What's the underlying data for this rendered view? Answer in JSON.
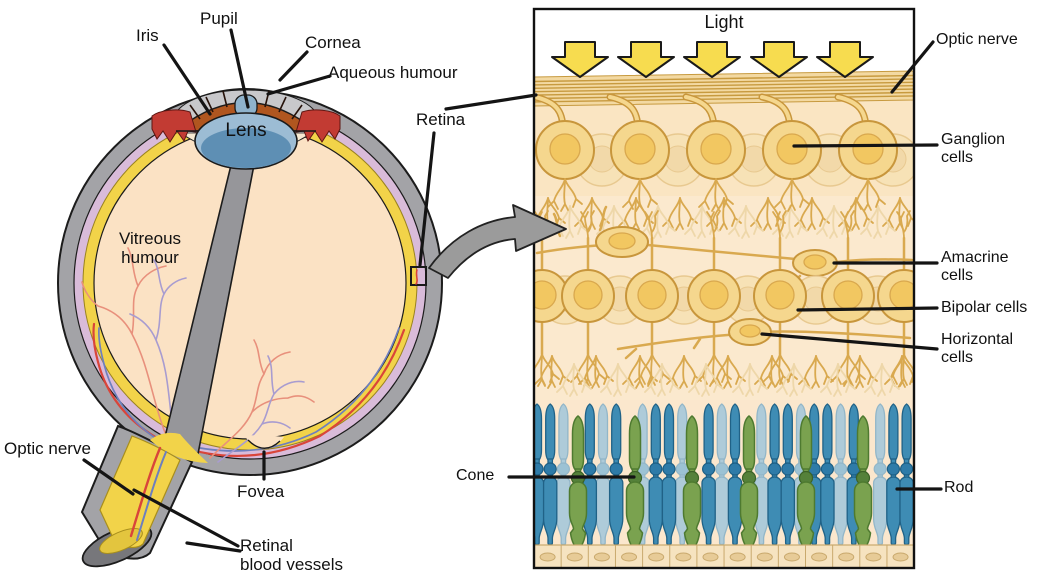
{
  "eye_diagram": {
    "labels": {
      "iris": "Iris",
      "pupil": "Pupil",
      "cornea": "Cornea",
      "aqueous_humour": "Aqueous humour",
      "lens": "Lens",
      "retina": "Retina",
      "vitreous_humour": "Vitreous\nhumour",
      "optic_nerve": "Optic nerve",
      "fovea": "Fovea",
      "retinal_blood_vessels": "Retinal\nblood vessels"
    }
  },
  "retina_panel": {
    "heading": "Light",
    "labels": {
      "optic_nerve": "Optic nerve",
      "ganglion_cells": "Ganglion\ncells",
      "amacrine_cells": "Amacrine\ncells",
      "bipolar_cells": "Bipolar cells",
      "horizontal_cells": "Horizontal\ncells",
      "cone": "Cone",
      "rod": "Rod"
    }
  },
  "colors": {
    "sclera_gray": "#a3a3a7",
    "choroid_pink": "#d9bbd9",
    "retina_yellow": "#f2d349",
    "iris_brown": "#b0561f",
    "ciliary_red": "#c23b33",
    "lens_blue": "#5e8fb4",
    "vessel_red": "#d9453a",
    "vessel_blue": "#6d7fbe",
    "light_arrow_yellow": "#f7dc4f",
    "neuron_fill": "#f5d78e",
    "neuron_outline": "#c8963c",
    "nucleus_fill": "#f2c761",
    "rod_blue": "#3e8cb4",
    "cone_green": "#7aa24f"
  }
}
